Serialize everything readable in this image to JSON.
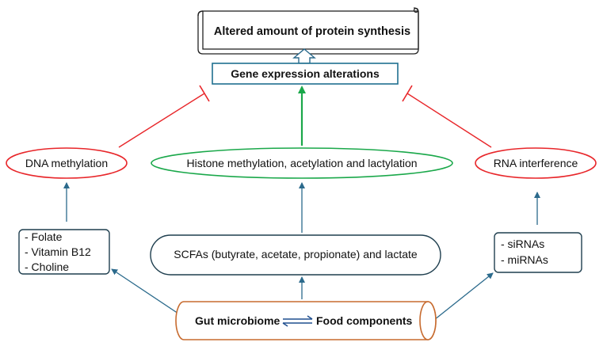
{
  "colors": {
    "inhibit": "#e8262a",
    "green": "#1aa84a",
    "blue_arrow": "#2b6a8c",
    "box_border": "#1f5f7f",
    "tube": "#c76b2f",
    "hollow_arrow": "#2b6a8c"
  },
  "icons": {
    "top_box": "scroll-banner",
    "bottom_box": "cylinder",
    "bidirectional": "left-right-harpoon-arrows"
  },
  "diagram": {
    "top_title": "Altered amount of protein synthesis",
    "gene_expression": "Gene expression alterations",
    "dna_methylation": "DNA methylation",
    "histone": "Histone methylation, acetylation and lactylation",
    "rna_interference": "RNA interference",
    "nutrients": [
      "- Folate",
      "- Vitamin B12",
      "- Choline"
    ],
    "scfas": "SCFAs (butyrate, acetate, propionate) and lactate",
    "rnas": [
      "- siRNAs",
      "- miRNAs"
    ],
    "gut_microbiome": "Gut microbiome",
    "food_components": "Food components"
  }
}
